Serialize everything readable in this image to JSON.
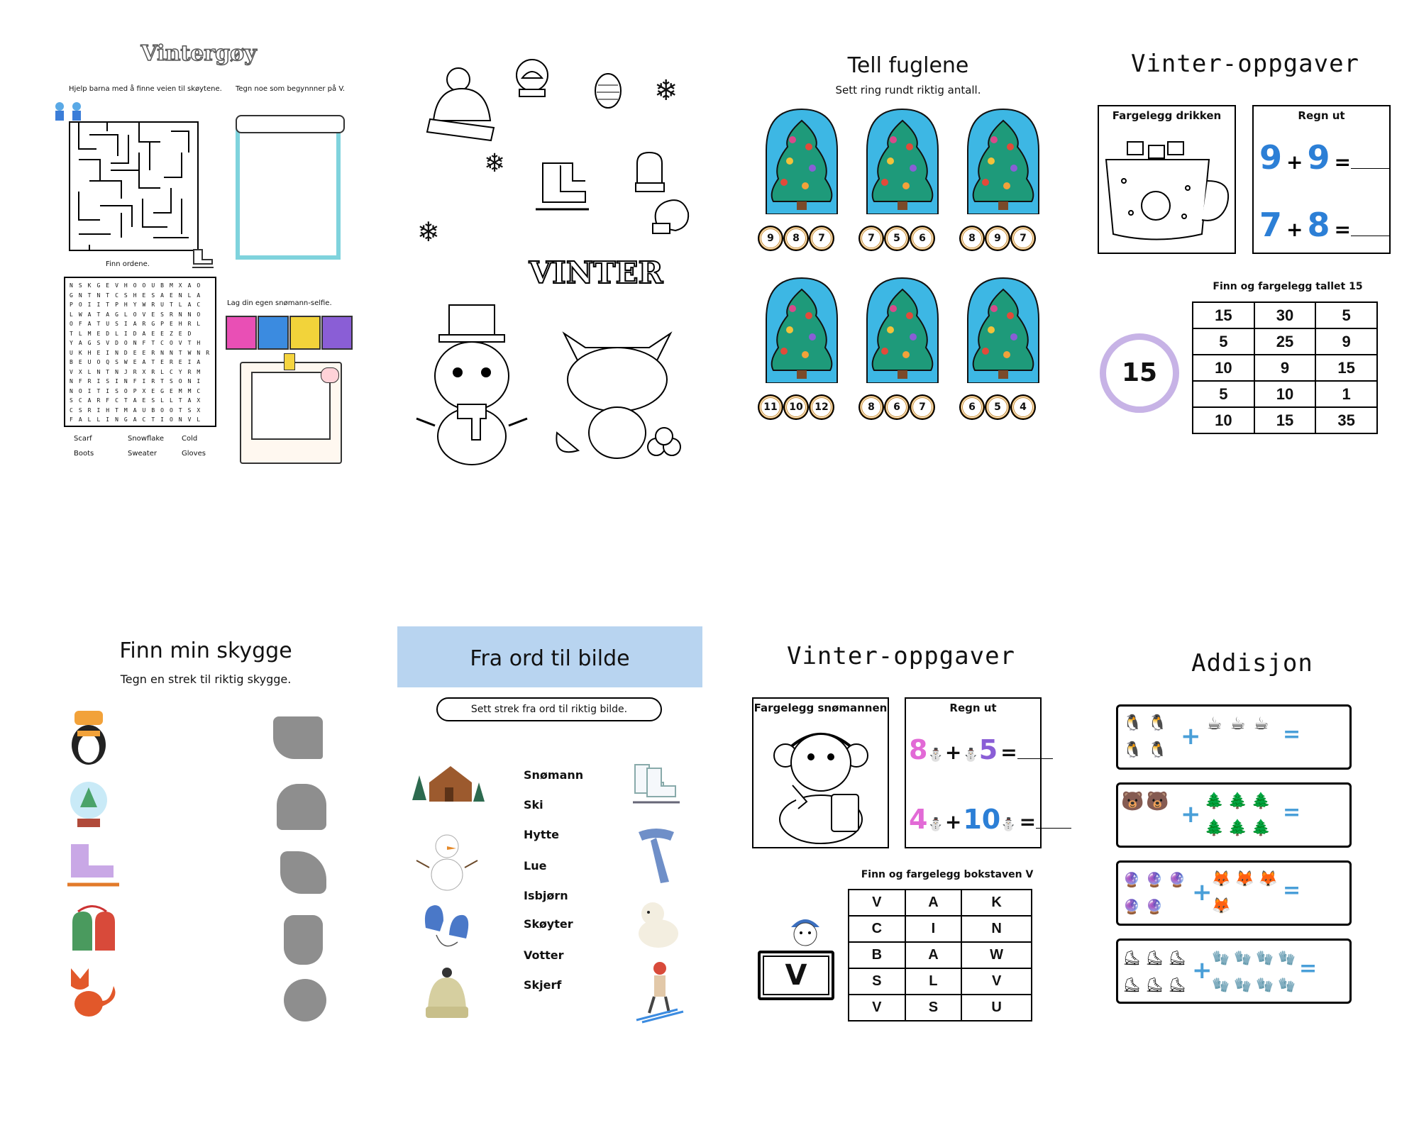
{
  "sheet1": {
    "title": "Vintergøy",
    "maze_instruction": "Hjelp barna med å finne veien til skøytene.",
    "draw_instruction": "Tegn noe som begynnner på V.",
    "wordsearch_label": "Finn ordene.",
    "selfie_label": "Lag din egen snømann-selfie.",
    "wordsearch_rows": [
      "NSKGEVHOOUBMXAO",
      "GNTNTCSHESAENLA",
      "POIITPHYWRUTLAC",
      "LWATAGLOVESRNNO",
      "OFATUSIARGPEHRL",
      "TLMEDLIDAEEZED",
      "YAGSVDONFTCOVTH",
      "UKHEINDEERNNTWNR",
      "BEUOQSWEATEREIA",
      "VXLNTNJRXRLCYRM",
      "NFRISINFIRTSONI",
      "NOITISOPXEGEMMC",
      "SCARFCTAESLLTAX",
      "CSRIHTMAUBOOTSX",
      "FALLINGACTIONVL"
    ],
    "words": [
      "Scarf",
      "Snowflake",
      "Cold",
      "Boots",
      "Sweater",
      "Gloves"
    ]
  },
  "sheet2": {
    "title": "VINTER"
  },
  "sheet3": {
    "title": "Tell fuglene",
    "subtitle": "Sett ring rundt riktig antall.",
    "trees": [
      {
        "choices": [
          "9",
          "8",
          "7"
        ]
      },
      {
        "choices": [
          "7",
          "5",
          "6"
        ]
      },
      {
        "choices": [
          "8",
          "9",
          "7"
        ]
      },
      {
        "choices": [
          "11",
          "10",
          "12"
        ]
      },
      {
        "choices": [
          "8",
          "6",
          "7"
        ]
      },
      {
        "choices": [
          "6",
          "5",
          "4"
        ]
      }
    ]
  },
  "sheet4": {
    "title": "Vinter-oppgaver",
    "color_box_label": "Fargelegg drikken",
    "math_box_label": "Regn ut",
    "equations": [
      {
        "a": "9",
        "op": "+",
        "b": "9",
        "eq": "="
      },
      {
        "a": "7",
        "op": "+",
        "b": "8",
        "eq": "="
      }
    ],
    "find_label": "Finn og fargelegg tallet 15",
    "target_number": "15",
    "number_grid": [
      [
        "15",
        "30",
        "5"
      ],
      [
        "5",
        "25",
        "9"
      ],
      [
        "10",
        "9",
        "15"
      ],
      [
        "5",
        "10",
        "1"
      ],
      [
        "10",
        "15",
        "35"
      ]
    ]
  },
  "sheet5": {
    "title": "Finn min skygge",
    "subtitle": "Tegn en strek til riktig skygge."
  },
  "sheet6": {
    "title": "Fra ord til bilde",
    "instruction": "Sett strek fra ord til riktig bilde.",
    "words": [
      "Snømann",
      "Ski",
      "Hytte",
      "Lue",
      "Isbjørn",
      "Skøyter",
      "Votter",
      "Skjerf"
    ]
  },
  "sheet7": {
    "title": "Vinter-oppgaver",
    "color_box_label": "Fargelegg snømannen",
    "math_box_label": "Regn ut",
    "equations": [
      {
        "a": "8",
        "op": "+",
        "b": "5",
        "eq": "="
      },
      {
        "a": "4",
        "op": "+",
        "b": "10",
        "eq": "="
      }
    ],
    "find_label": "Finn og fargelegg bokstaven V",
    "target_letter": "V",
    "letter_grid": [
      [
        "V",
        "A",
        "K"
      ],
      [
        "C",
        "I",
        "N"
      ],
      [
        "B",
        "A",
        "W"
      ],
      [
        "S",
        "L",
        "V"
      ],
      [
        "V",
        "S",
        "U"
      ]
    ]
  },
  "sheet8": {
    "title": "Addisjon",
    "plus": "+",
    "equals": "=",
    "rows": [
      {
        "left_count": 4,
        "left_icon": "penguin-icon",
        "right_count": 3,
        "right_icon": "cocoa-cup-icon"
      },
      {
        "left_count": 2,
        "left_icon": "polar-bear-icon",
        "right_count": 6,
        "right_icon": "pine-tree-icon"
      },
      {
        "left_count": 5,
        "left_icon": "snow-globe-icon",
        "right_count": 4,
        "right_icon": "fox-icon"
      },
      {
        "left_count": 6,
        "left_icon": "ice-skate-icon",
        "right_count": 8,
        "right_icon": "mitten-icon"
      }
    ]
  },
  "colors": {
    "banner_blue": "#b8d4f0",
    "globe_blue": "#3db7e4",
    "tree_green": "#1e9a7a",
    "accent_blue": "#4a9fd8",
    "shadow_gray": "#8e8e8e"
  }
}
